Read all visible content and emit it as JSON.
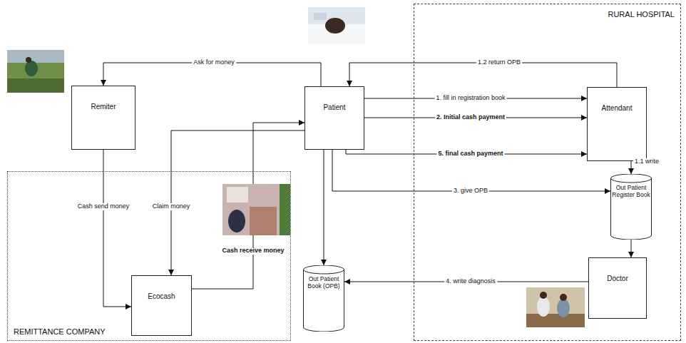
{
  "diagram": {
    "nodes": [
      {
        "text": [
          "Remiter"
        ]
      },
      {
        "text": [
          "Patient"
        ]
      },
      {
        "text": [
          "RURAL HOSPITAL"
        ]
      },
      {
        "text": [
          "Attendant"
        ],
        "in": 2
      },
      {
        "text": [
          "Out Patient Register Book"
        ],
        "in": 2
      },
      {
        "text": [
          "Doctor"
        ],
        "in": 2
      },
      {
        "text": [
          "Out Patient Book (OPB)"
        ]
      },
      {
        "text": [
          "REMITTANCE COMPANY"
        ]
      },
      {
        "text": [
          "Ecocash"
        ],
        "in": 7
      }
    ],
    "edges": [
      {
        "from": 1,
        "to": 0,
        "label": "Ask for money",
        "arrow": "to"
      },
      {
        "from": 3,
        "to": 1,
        "label": "1.2 return OPB",
        "arrow": "to"
      },
      {
        "from": 1,
        "to": 3,
        "label": "1. fill in registration book",
        "arrow": "to"
      },
      {
        "from": 1,
        "to": 3,
        "label": "2. Initial cash payment",
        "arrow": "to"
      },
      {
        "from": 1,
        "to": 3,
        "label": "5. final cash payment",
        "arrow": "to"
      },
      {
        "from": 3,
        "to": 4,
        "label": "1.1 write",
        "arrow": "to"
      },
      {
        "from": 1,
        "to": 4,
        "label": "3. give OPB",
        "arrow": "to"
      },
      {
        "from": 4,
        "to": 5,
        "arrow": "to"
      },
      {
        "from": 5,
        "to": 6,
        "label": "4. write diagnosis",
        "arrow": "to"
      },
      {
        "from": 1,
        "to": 6,
        "arrow": "to"
      },
      {
        "from": 0,
        "to": 8,
        "label": "Cash send money",
        "arrow": "to"
      },
      {
        "from": 1,
        "to": 8,
        "label": "Claim money",
        "arrow": "to"
      },
      {
        "from": 8,
        "to": 1,
        "label": "Cash receive money",
        "arrow": "to"
      }
    ]
  }
}
